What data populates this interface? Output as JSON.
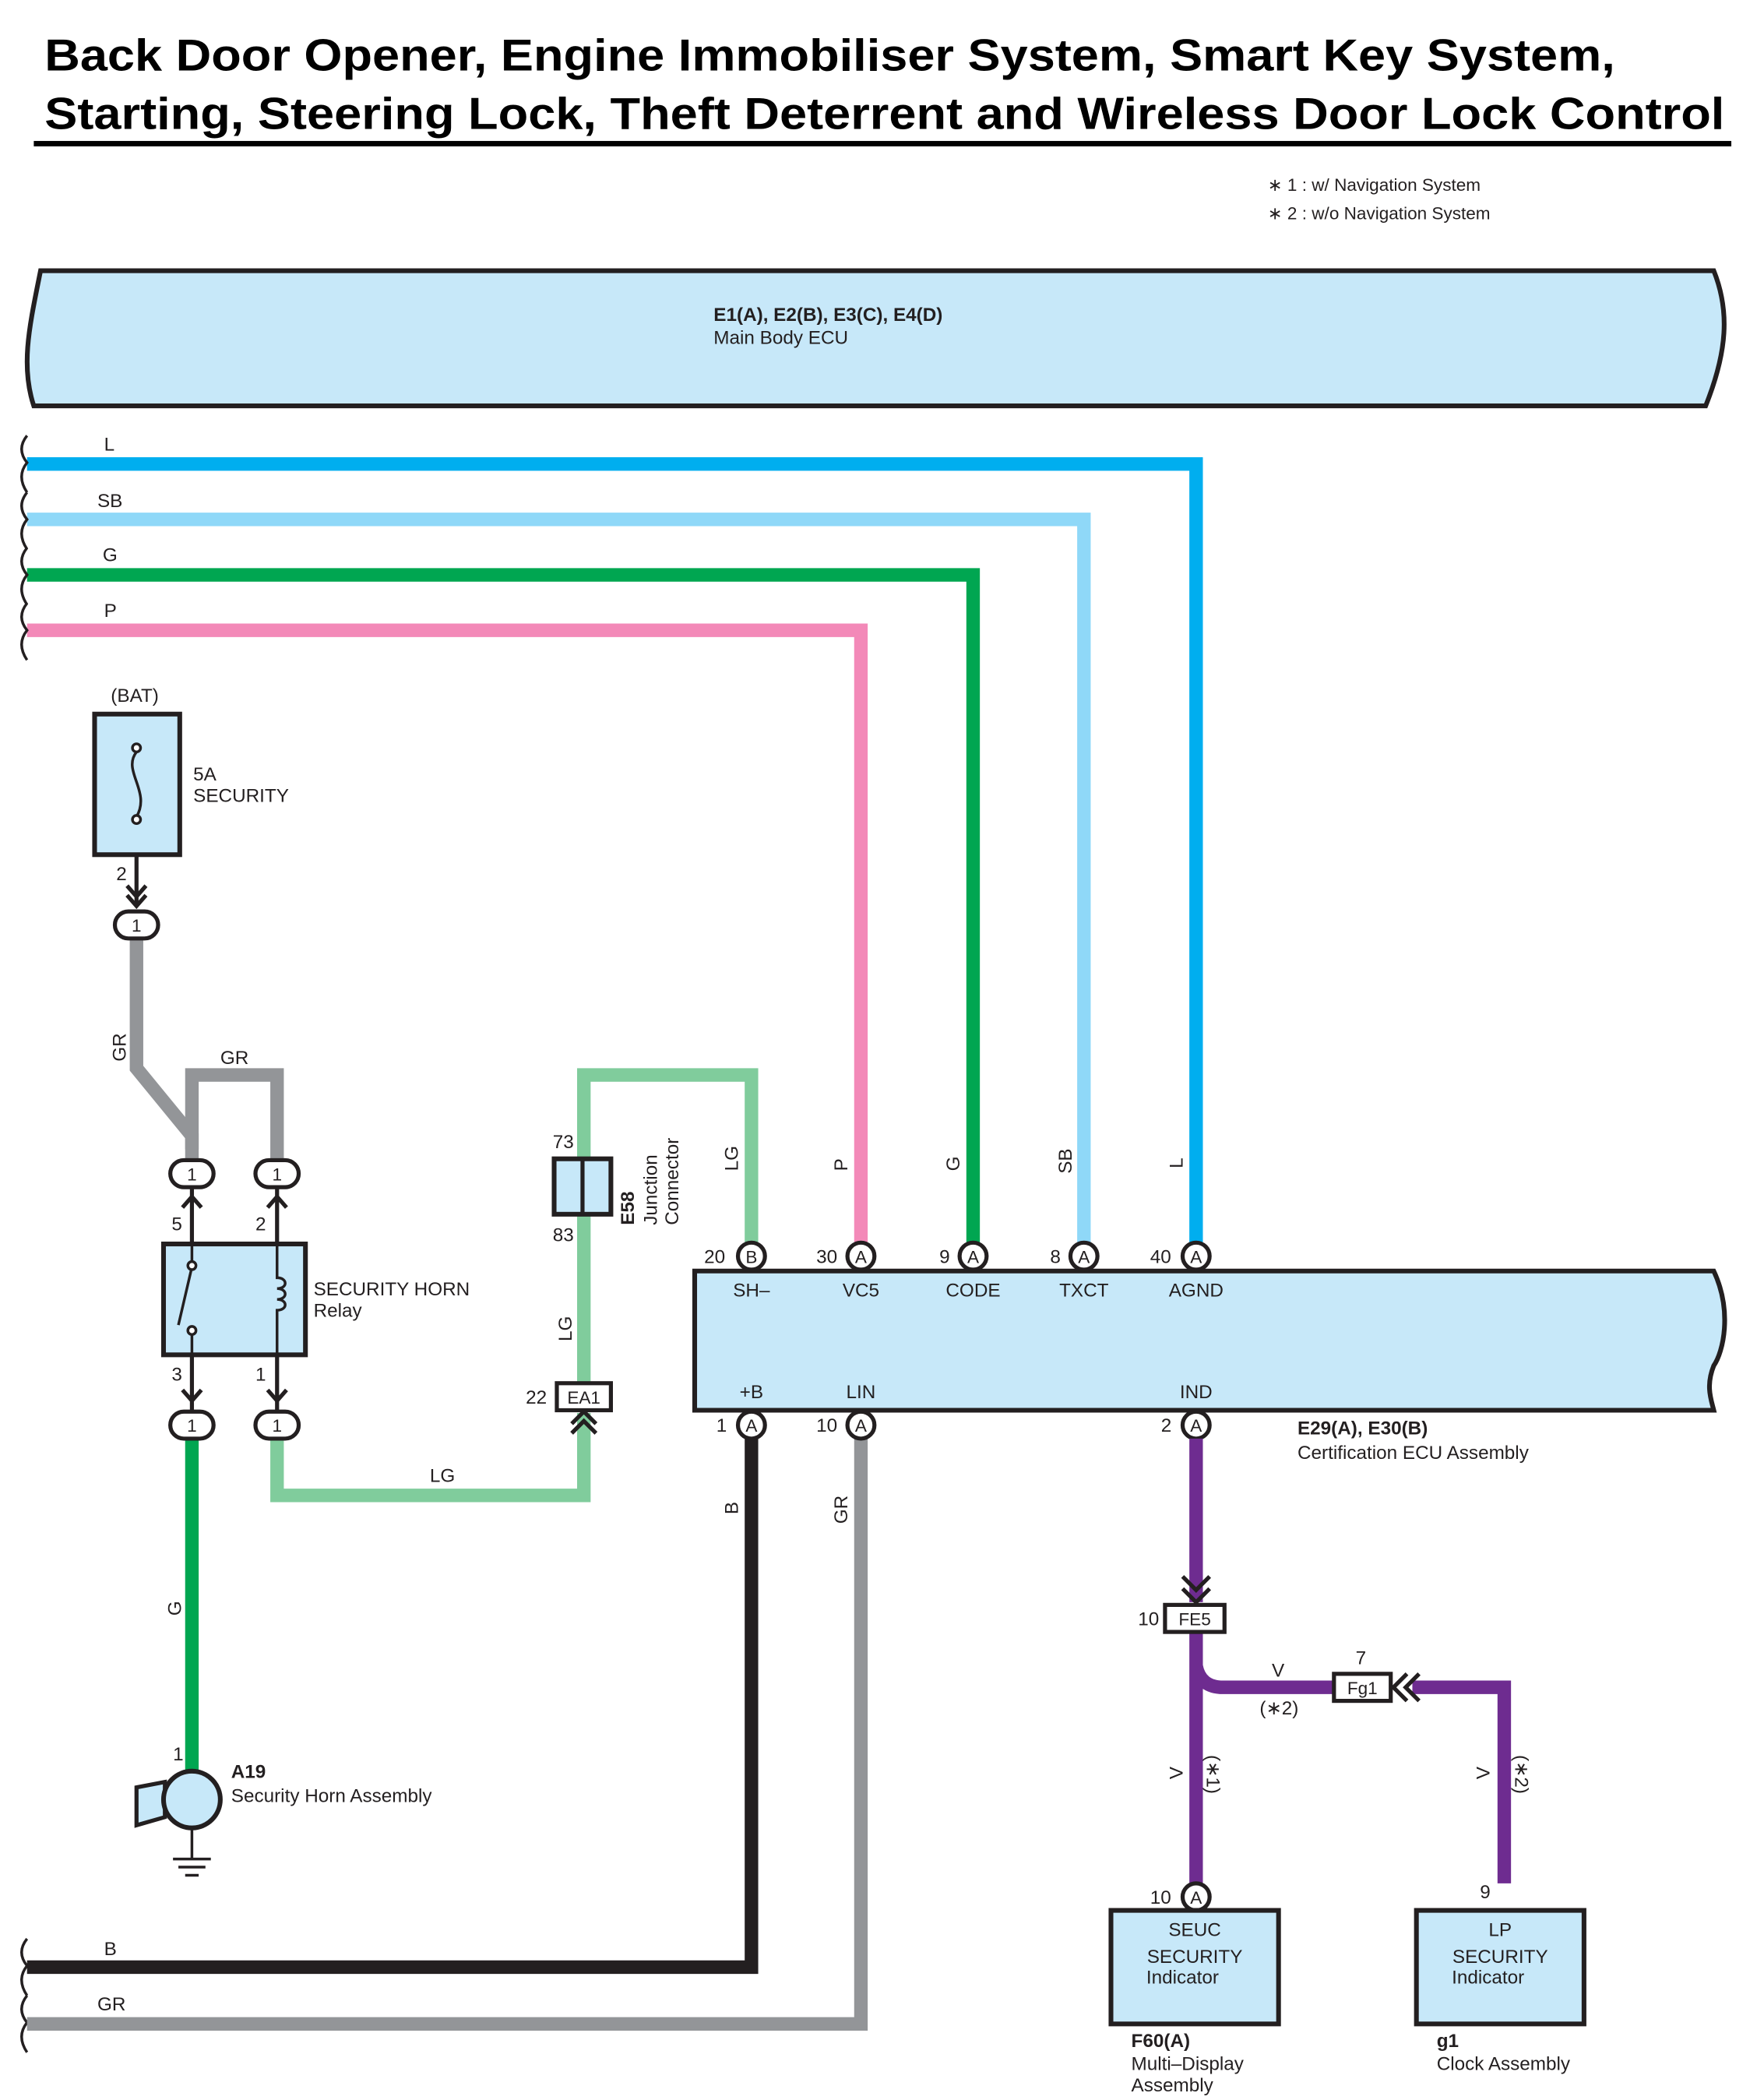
{
  "title": {
    "line1": "Back Door Opener, Engine Immobiliser System, Smart Key System,",
    "line2": "Starting, Steering Lock, Theft Deterrent and Wireless Door Lock Control"
  },
  "notes": [
    "∗ 1 : w/ Navigation System",
    "∗ 2 : w/o Navigation System"
  ],
  "colors": {
    "L": "#00aeef",
    "SB": "#8fd8f8",
    "G": "#00a651",
    "P": "#f389b8",
    "LG": "#80cc9c",
    "GR": "#939598",
    "B": "#231f20",
    "V": "#6e2c90",
    "component_fill": "#c7e8f9"
  },
  "main_body_ecu": {
    "connectors": "E1(A), E2(B), E3(C), E4(D)",
    "name": "Main Body ECU"
  },
  "top_wires": [
    "L",
    "SB",
    "G",
    "P"
  ],
  "bottom_wires": [
    "B",
    "GR"
  ],
  "fuse": {
    "source": "(BAT)",
    "rating": "5A",
    "name": "SECURITY",
    "pin": "2",
    "connector_pin": "1"
  },
  "relay": {
    "name": "SECURITY HORN",
    "sub": "Relay",
    "pin5": "5",
    "pin2": "2",
    "pin3": "3",
    "pin1": "1",
    "connector_pin": "1"
  },
  "wire_labels": {
    "GR": "GR",
    "LG": "LG",
    "G": "G",
    "B": "B",
    "V": "V",
    "star1": "(∗1)",
    "star2": "(∗2)"
  },
  "junction": {
    "code": "E58",
    "name1": "Junction",
    "name2": "Connector",
    "pin_in": "73",
    "pin_out": "83"
  },
  "ea1": {
    "code": "EA1",
    "pin": "22"
  },
  "horn": {
    "code": "A19",
    "name": "Security Horn Assembly",
    "pin": "1"
  },
  "cert_ecu": {
    "code": "E29(A), E30(B)",
    "name": "Certification ECU Assembly",
    "top_pins": [
      {
        "num": "20",
        "conn": "B",
        "term": "SH–",
        "wire": "LG"
      },
      {
        "num": "30",
        "conn": "A",
        "term": "VC5",
        "wire": "P"
      },
      {
        "num": "9",
        "conn": "A",
        "term": "CODE",
        "wire": "G"
      },
      {
        "num": "8",
        "conn": "A",
        "term": "TXCT",
        "wire": "SB"
      },
      {
        "num": "40",
        "conn": "A",
        "term": "AGND",
        "wire": "L"
      }
    ],
    "bottom_pins": [
      {
        "num": "1",
        "conn": "A",
        "term": "+B",
        "wire": "B"
      },
      {
        "num": "10",
        "conn": "A",
        "term": "LIN",
        "wire": "GR"
      },
      {
        "num": "2",
        "conn": "A",
        "term": "IND",
        "wire": "V"
      }
    ]
  },
  "fe5": {
    "code": "FE5",
    "pin": "10"
  },
  "fg1": {
    "code": "Fg1",
    "pin": "7"
  },
  "multi_display": {
    "code": "F60(A)",
    "name1": "Multi–Display",
    "name2": "Assembly",
    "pin": "10",
    "conn": "A",
    "lines": [
      "SEUC",
      "SECURITY",
      "Indicator"
    ]
  },
  "clock": {
    "code": "g1",
    "name": "Clock Assembly",
    "pin": "9",
    "lines": [
      "LP",
      "SECURITY",
      "Indicator"
    ]
  }
}
